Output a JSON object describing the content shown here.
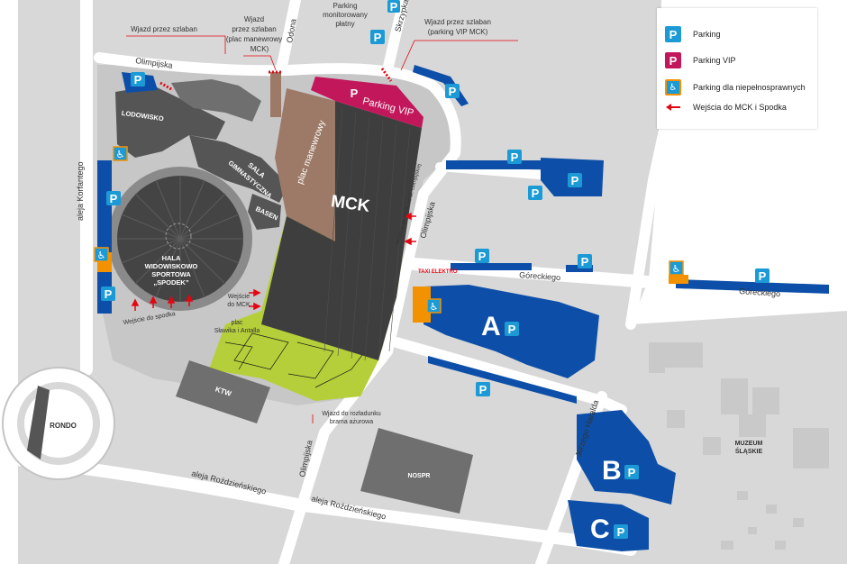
{
  "map": {
    "streets": {
      "olimpijska_north": "Olimpijska",
      "odrona": "Odona",
      "skrzypka": "Skrzypka",
      "olimpijska_east": "Olimpijska",
      "olimpijska_south": "Olimpijska",
      "goreckiego_west": "Góreckiego",
      "goreckiego_east": "Góreckiego",
      "korfantego": "aleja Korfantego",
      "rozdzienskiego_west": "aleja Roździeńskiego",
      "rozdzienskiego_east": "aleja Roździeńskiego",
      "jerzego_haralda": "Jerzego Haralda",
      "taxi": "TAXI ELEKTRO",
      "rondo": "RONDO"
    },
    "buildings": {
      "lodowisko": "LODOWISKO",
      "sala1": "SALA",
      "sala2": "GIMNASTYCZNA",
      "basen": "BASEN",
      "spodek1": "HALA",
      "spodek2": "WIDOWISKOWO",
      "spodek3": "SPORTOWA",
      "spodek4": "„SPODEK”",
      "mck": "MCK",
      "ktw": "KTW",
      "nospr": "NOSPR",
      "muzeum1": "MUZEUM",
      "muzeum2": "ŚLĄSKIE",
      "plac_manewrowy": "plac manewrowy",
      "plac_sl1": "plac",
      "plac_sl2": "Sławika i Antalla",
      "parking_vip_band": "Parking VIP"
    },
    "annotations": {
      "wjazd_szlaban": "Wjazd przez szlaban",
      "wjazd_manewr1": "Wjazd",
      "wjazd_manewr2": "przez szlaban",
      "wjazd_manewr3": "(plac manewrowy",
      "wjazd_manewr4": "MCK)",
      "monit1": "Parking",
      "monit2": "monitorowany",
      "monit3": "płatny",
      "vip1": "Wjazd przez szlaban",
      "vip2": "(parking VIP MCK)",
      "wejscie_spodek": "Wejście do spodka",
      "wejscie_mck1": "Wejście",
      "wejscie_mck2": "do MCK",
      "wejscie_mck_olimp": "Wejście do MCK od ul. Olimpijskiej",
      "rozladunek1": "Wjazd do rozładunku",
      "rozladunek2": "brama ażurowa"
    },
    "parking_letters": {
      "a": "A",
      "b": "B",
      "c": "C"
    },
    "parking_glyph": "P"
  },
  "legend": {
    "parking": "Parking",
    "parking_vip": "Parking VIP",
    "parking_disabled": "Parking dla niepełnosprawnych",
    "entrances": "Wejścia do MCK i Spodka"
  },
  "colors": {
    "parking": "#1c9ad6",
    "parking_vip": "#c2185b",
    "parking_disabled": "#f39200",
    "parking_area": "#0d4fa8",
    "entrance_arrow": "#e30613",
    "green_area": "#b5cf3a",
    "building": "#4a4a4a",
    "plac_manewrowy": "#9c7a67",
    "grounds": "#d7d7d7",
    "road": "#ffffff"
  }
}
